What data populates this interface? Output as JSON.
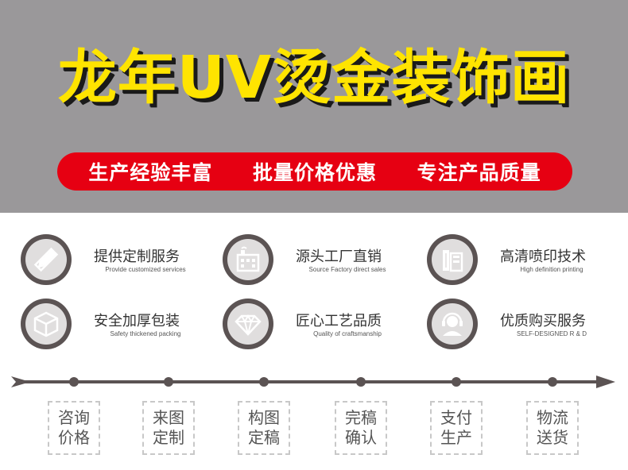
{
  "banner": {
    "headline": "龙年UV烫金装饰画",
    "pill_items": [
      "生产经验丰富",
      "批量价格优惠",
      "专注产品质量"
    ],
    "colors": {
      "background": "#9a989a",
      "headline": "#ffe400",
      "pill": "#e60012"
    }
  },
  "features": [
    {
      "icon": "pencil-ruler-icon",
      "zh": "提供定制服务",
      "en": "Provide customized services"
    },
    {
      "icon": "factory-icon",
      "zh": "源头工厂直销",
      "en": "Source Factory direct sales"
    },
    {
      "icon": "printer-icon",
      "zh": "高清喷印技术",
      "en": "High definition printing"
    },
    {
      "icon": "box-icon",
      "zh": "安全加厚包装",
      "en": "Safety thickened packing"
    },
    {
      "icon": "diamond-icon",
      "zh": "匠心工艺品质",
      "en": "Quality of craftsmanship"
    },
    {
      "icon": "headset-icon",
      "zh": "优质购买服务",
      "en": "SELF-DESIGNED R & D"
    }
  ],
  "process_steps": [
    {
      "line1": "咨询",
      "line2": "价格"
    },
    {
      "line1": "来图",
      "line2": "定制"
    },
    {
      "line1": "构图",
      "line2": "定稿"
    },
    {
      "line1": "完稿",
      "line2": "确认"
    },
    {
      "line1": "支付",
      "line2": "生产"
    },
    {
      "line1": "物流",
      "line2": "送货"
    }
  ]
}
